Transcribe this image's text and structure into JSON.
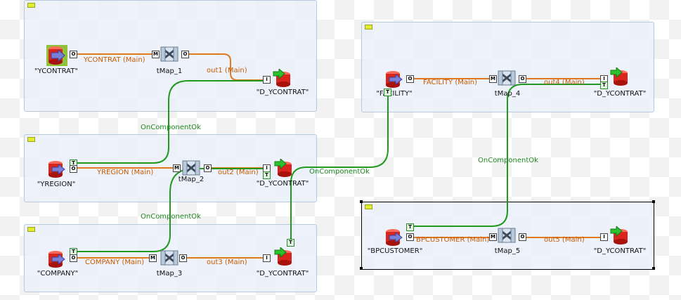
{
  "subjobs": [
    {
      "id": "sj1"
    },
    {
      "id": "sj2"
    },
    {
      "id": "sj3"
    },
    {
      "id": "sj4"
    },
    {
      "id": "sj5",
      "selected": true
    }
  ],
  "components": {
    "ycontrat_in": "\"YCONTRAT\"",
    "tmap_1": "tMap_1",
    "ycontrat_out_1": "\"D_YCONTRAT\"",
    "yregion_in": "\"YREGION\"",
    "tmap_2": "tMap_2",
    "ycontrat_out_2": "\"D_YCONTRAT\"",
    "company_in": "\"COMPANY\"",
    "tmap_3": "tMap_3",
    "ycontrat_out_3": "\"D_YCONTRAT\"",
    "facility_in": "\"FACILITY\"",
    "tmap_4": "tMap_4",
    "ycontrat_out_4": "\"D_YCONTRAT\"",
    "bpcustomer_in": "\"BPCUSTOMER\"",
    "tmap_5": "tMap_5",
    "ycontrat_out_5": "\"D_YCONTRAT\""
  },
  "links": {
    "ycontrat_main": "YCONTRAT (Main)",
    "out1": "out1 (Main)",
    "yregion_main": "YREGION (Main)",
    "out2": "out2 (Main)",
    "company_main": "COMPANY (Main)",
    "out3": "out3 (Main)",
    "facility_main": "FACILITY (Main)",
    "out4": "out4 (Main)",
    "bpcustomer_main": "BPCUSTOMER (Main)",
    "out5": "out5 (Main)",
    "ok1": "OnComponentOk",
    "ok2": "OnComponentOk",
    "ok3": "OnComponentOk",
    "ok4": "OnComponentOk"
  },
  "connectors": {
    "main": "M",
    "output": "O",
    "input": "I",
    "trigger": "T"
  },
  "colors": {
    "main_link": "#e07a1f",
    "ok_link": "#1f9a1f",
    "db_red": "#d9251e",
    "subjob_bg": "#ebf1fa",
    "subjob_border": "#b9c8dc"
  }
}
